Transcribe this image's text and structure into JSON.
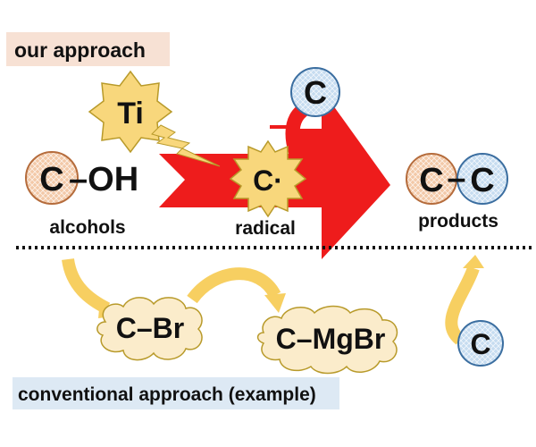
{
  "sections": {
    "our_approach": "our approach",
    "conventional_approach": "conventional approach (example)"
  },
  "top": {
    "catalyst": "Ti",
    "substrate": {
      "atom": "C",
      "formula_rest": "–OH",
      "label": "alcohols"
    },
    "intermediate": {
      "text": "C·",
      "label": "radical"
    },
    "partner": "C",
    "product": {
      "left": "C",
      "bond": "–",
      "right": "C",
      "label": "products"
    }
  },
  "bottom": {
    "step1": "C–Br",
    "step2": "C–MgBr",
    "partner": "C"
  },
  "colors": {
    "our_bg": "#f7e1d4",
    "conv_bg": "#dde9f4",
    "red_arrow": "#ee1c1c",
    "yellow_arrow": "#f7cf61",
    "star_fill": "#f8d77c",
    "star_stroke": "#b89a2a",
    "orange_atom": "#f3c9a8",
    "blue_atom": "#c6dcf0",
    "cloud_fill": "#fbeccb"
  }
}
